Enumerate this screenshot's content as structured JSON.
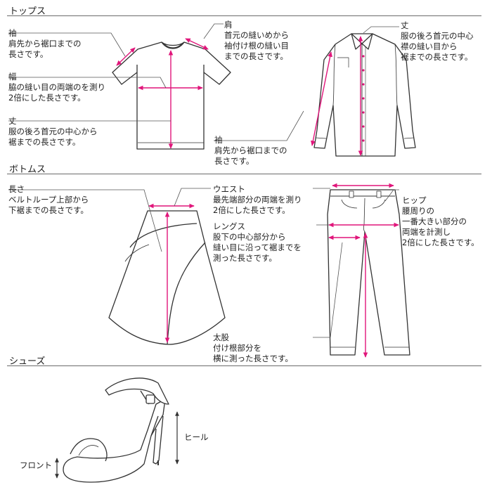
{
  "colors": {
    "accent": "#e0157a",
    "line": "#333333",
    "leader": "#555555",
    "rule": "#6b6b6b"
  },
  "sections": {
    "tops": "トップス",
    "bottoms": "ボトムス",
    "shoes": "シューズ"
  },
  "annotations": {
    "tshirt_sleeve": {
      "head": "袖",
      "body": [
        "肩先から裾口までの",
        "長さです。"
      ]
    },
    "tshirt_shoulder": {
      "head": "肩",
      "body": [
        "首元の縫いめから",
        "袖付け根の縫い目",
        "までの長さです。"
      ]
    },
    "tshirt_width": {
      "head": "幅",
      "body": [
        "脇の縫い目の両端のを測り",
        "2倍にした長さです。"
      ]
    },
    "tshirt_length": {
      "head": "丈",
      "body": [
        "服の後ろ首元の中心から",
        "裾までの長さです。"
      ]
    },
    "shirt_length": {
      "head": "丈",
      "body": [
        "服の後ろ首元の中心",
        "襟の縫い目から",
        "裾までの長さです。"
      ]
    },
    "shirt_sleeve": {
      "head": "袖",
      "body": [
        "肩先から裾口までの",
        "長さです。"
      ]
    },
    "skirt_length": {
      "head": "長さ",
      "body": [
        "ベルトループ上部から",
        "下裾までの長さです。"
      ]
    },
    "waist": {
      "head": "ウエスト",
      "body": [
        "最先端部分の両端を測り",
        "2倍にした長さです。"
      ]
    },
    "legs": {
      "head": "レングス",
      "body": [
        "股下の中心部分から",
        "縫い目に沿って裾までを",
        "測った長さです。"
      ]
    },
    "hip": {
      "head": "ヒップ",
      "body": [
        "腰周りの",
        "一番大きい部分の",
        "両端を計測し",
        "2倍にした長さです。"
      ]
    },
    "thigh": {
      "head": "太股",
      "body": [
        "付け根部分を",
        "横に測った長さです。"
      ]
    },
    "heel": {
      "head": "ヒール",
      "body": []
    },
    "front": {
      "head": "フロント",
      "body": []
    }
  }
}
